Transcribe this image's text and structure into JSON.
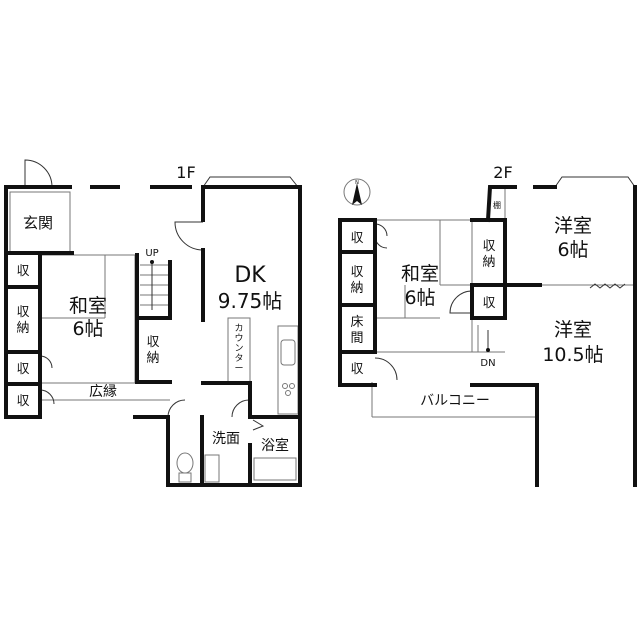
{
  "floors": {
    "first": {
      "label": "1F",
      "rooms": {
        "genkan": "玄関",
        "washitsu_name": "和室",
        "washitsu_size": "6帖",
        "dk_name": "DK",
        "dk_size": "9.75帖",
        "counter": "カウンター",
        "stairs": "UP",
        "storage_a": "収",
        "storage_b": "収納",
        "storage_c": "収",
        "storage_d": "収",
        "storage_mid": "収納",
        "hiroen": "広縁",
        "senmen": "洗面",
        "yokushitsu": "浴室"
      }
    },
    "second": {
      "label": "2F",
      "rooms": {
        "washitsu_name": "和室",
        "washitsu_size": "6帖",
        "youshitsu1_name": "洋室",
        "youshitsu1_size": "6帖",
        "youshitsu2_name": "洋室",
        "youshitsu2_size": "10.5帖",
        "tana": "棚",
        "storage_a": "収",
        "storage_b": "収納",
        "tokonoma": "床間",
        "storage_c": "収",
        "storage_right": "収納",
        "storage_right2": "収",
        "stairs": "DN",
        "balcony": "バルコニー"
      }
    }
  },
  "compass": {
    "label": "N",
    "icon": "north-arrow-icon"
  }
}
